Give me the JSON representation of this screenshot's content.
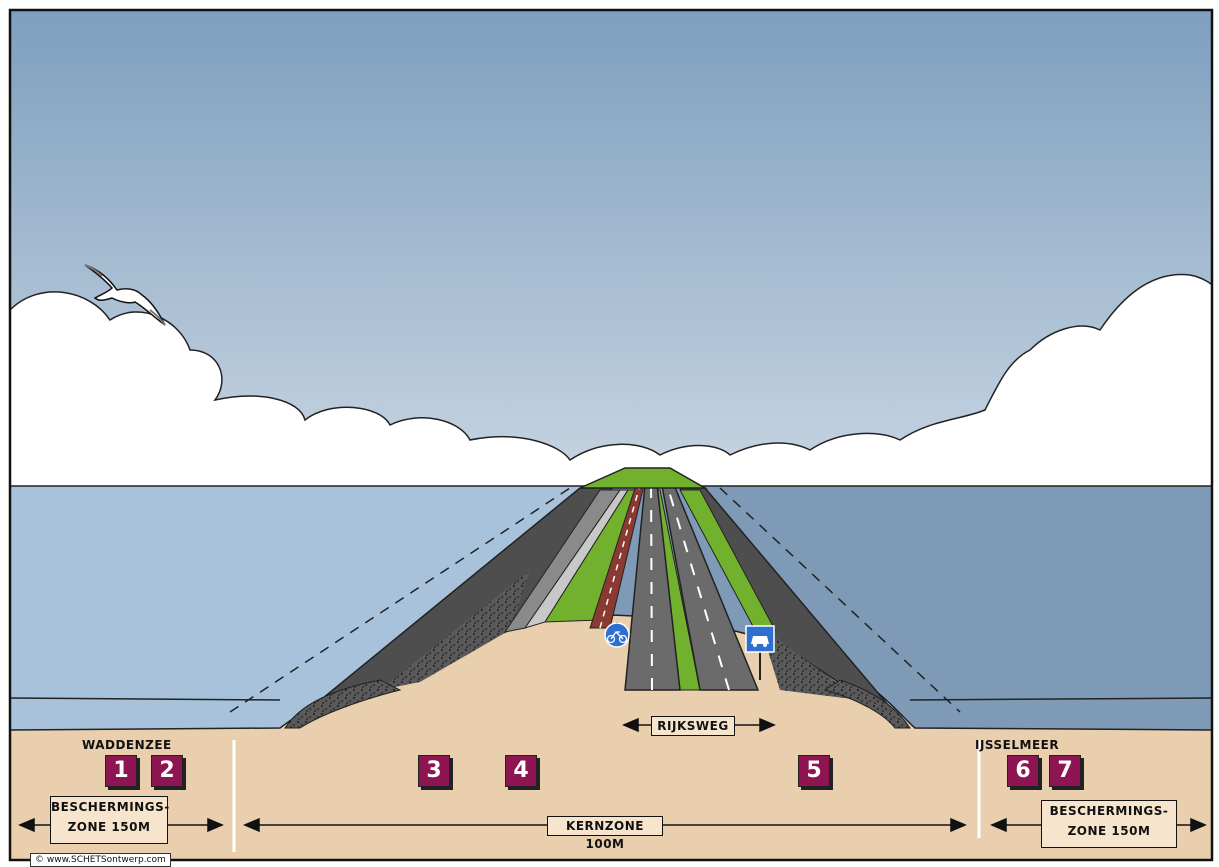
{
  "labels": {
    "waddenzee": "WADDENZEE",
    "ijsselmeer": "IJSSELMEER",
    "rijksweg": "RIJKSWEG",
    "kernzone": "KERNZONE 100M",
    "beschermingszone_left_line1": "BESCHERMINGS-",
    "beschermingszone_left_line2": "ZONE 150M",
    "beschermingszone_right_line1": "BESCHERMINGS-",
    "beschermingszone_right_line2": "ZONE 150M"
  },
  "zones": [
    "1",
    "2",
    "3",
    "4",
    "5",
    "6",
    "7"
  ],
  "credit": "© www.SCHETSontwerp.com",
  "icons": {
    "bird": "seagull-icon",
    "bike_sign": "bicycle-sign-icon",
    "car_sign": "car-sign-icon"
  },
  "colors": {
    "sky_top": "#7e9fbe",
    "sky_bottom": "#c4d2df",
    "sea_left": "#a8c2db",
    "sea_right": "#7f9ab6",
    "sand": "#e9cfae",
    "zone_badge": "#8c1552",
    "grass": "#72b12e",
    "asphalt": "#6b6b6b",
    "bike_path": "#8b3a32"
  }
}
